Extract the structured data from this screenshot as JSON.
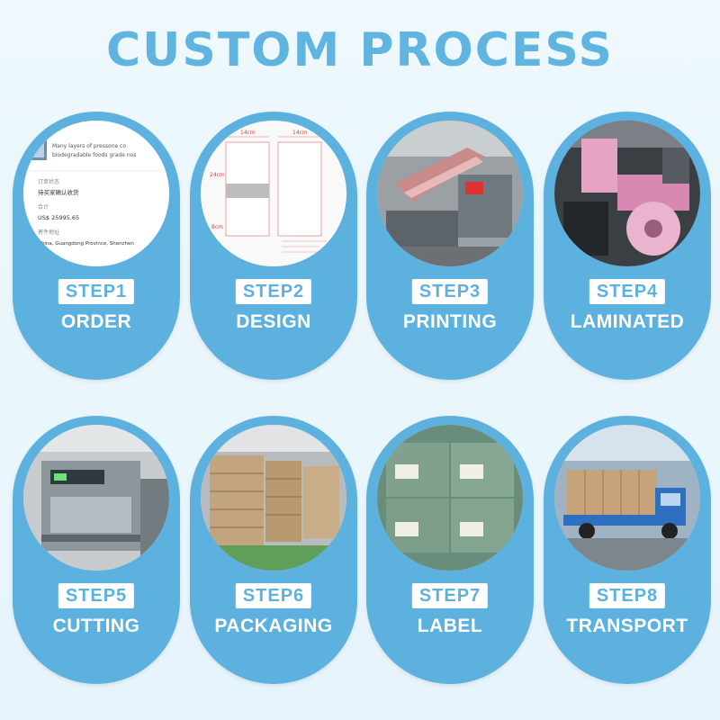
{
  "title": "CUSTOM PROCESS",
  "accent_color": "#5cb1df",
  "steps": [
    {
      "badge": "STEP1",
      "name": "ORDER",
      "photo": "order-document-photo",
      "doc_lines": [
        "Many layers of pressone co",
        "biodegradable foods grade nos",
        "订单状态",
        "待买家确认收货",
        "合计",
        "US$ 25995.65",
        "寄件地址",
        "China, Guangdong Province, Shenzhen"
      ]
    },
    {
      "badge": "STEP2",
      "name": "DESIGN",
      "photo": "design-drawing-photo",
      "dims": [
        "14cm",
        "14cm",
        "24cm",
        "8cm"
      ]
    },
    {
      "badge": "STEP3",
      "name": "PRINTING",
      "photo": "printing-machine-photo"
    },
    {
      "badge": "STEP4",
      "name": "LAMINATED",
      "photo": "laminating-machine-photo"
    },
    {
      "badge": "STEP5",
      "name": "CUTTING",
      "photo": "cutting-machine-photo"
    },
    {
      "badge": "STEP6",
      "name": "PACKAGING",
      "photo": "warehouse-boxes-photo"
    },
    {
      "badge": "STEP7",
      "name": "LABEL",
      "photo": "labeled-boxes-photo"
    },
    {
      "badge": "STEP8",
      "name": "TRANSPORT",
      "photo": "truck-loading-photo"
    }
  ]
}
